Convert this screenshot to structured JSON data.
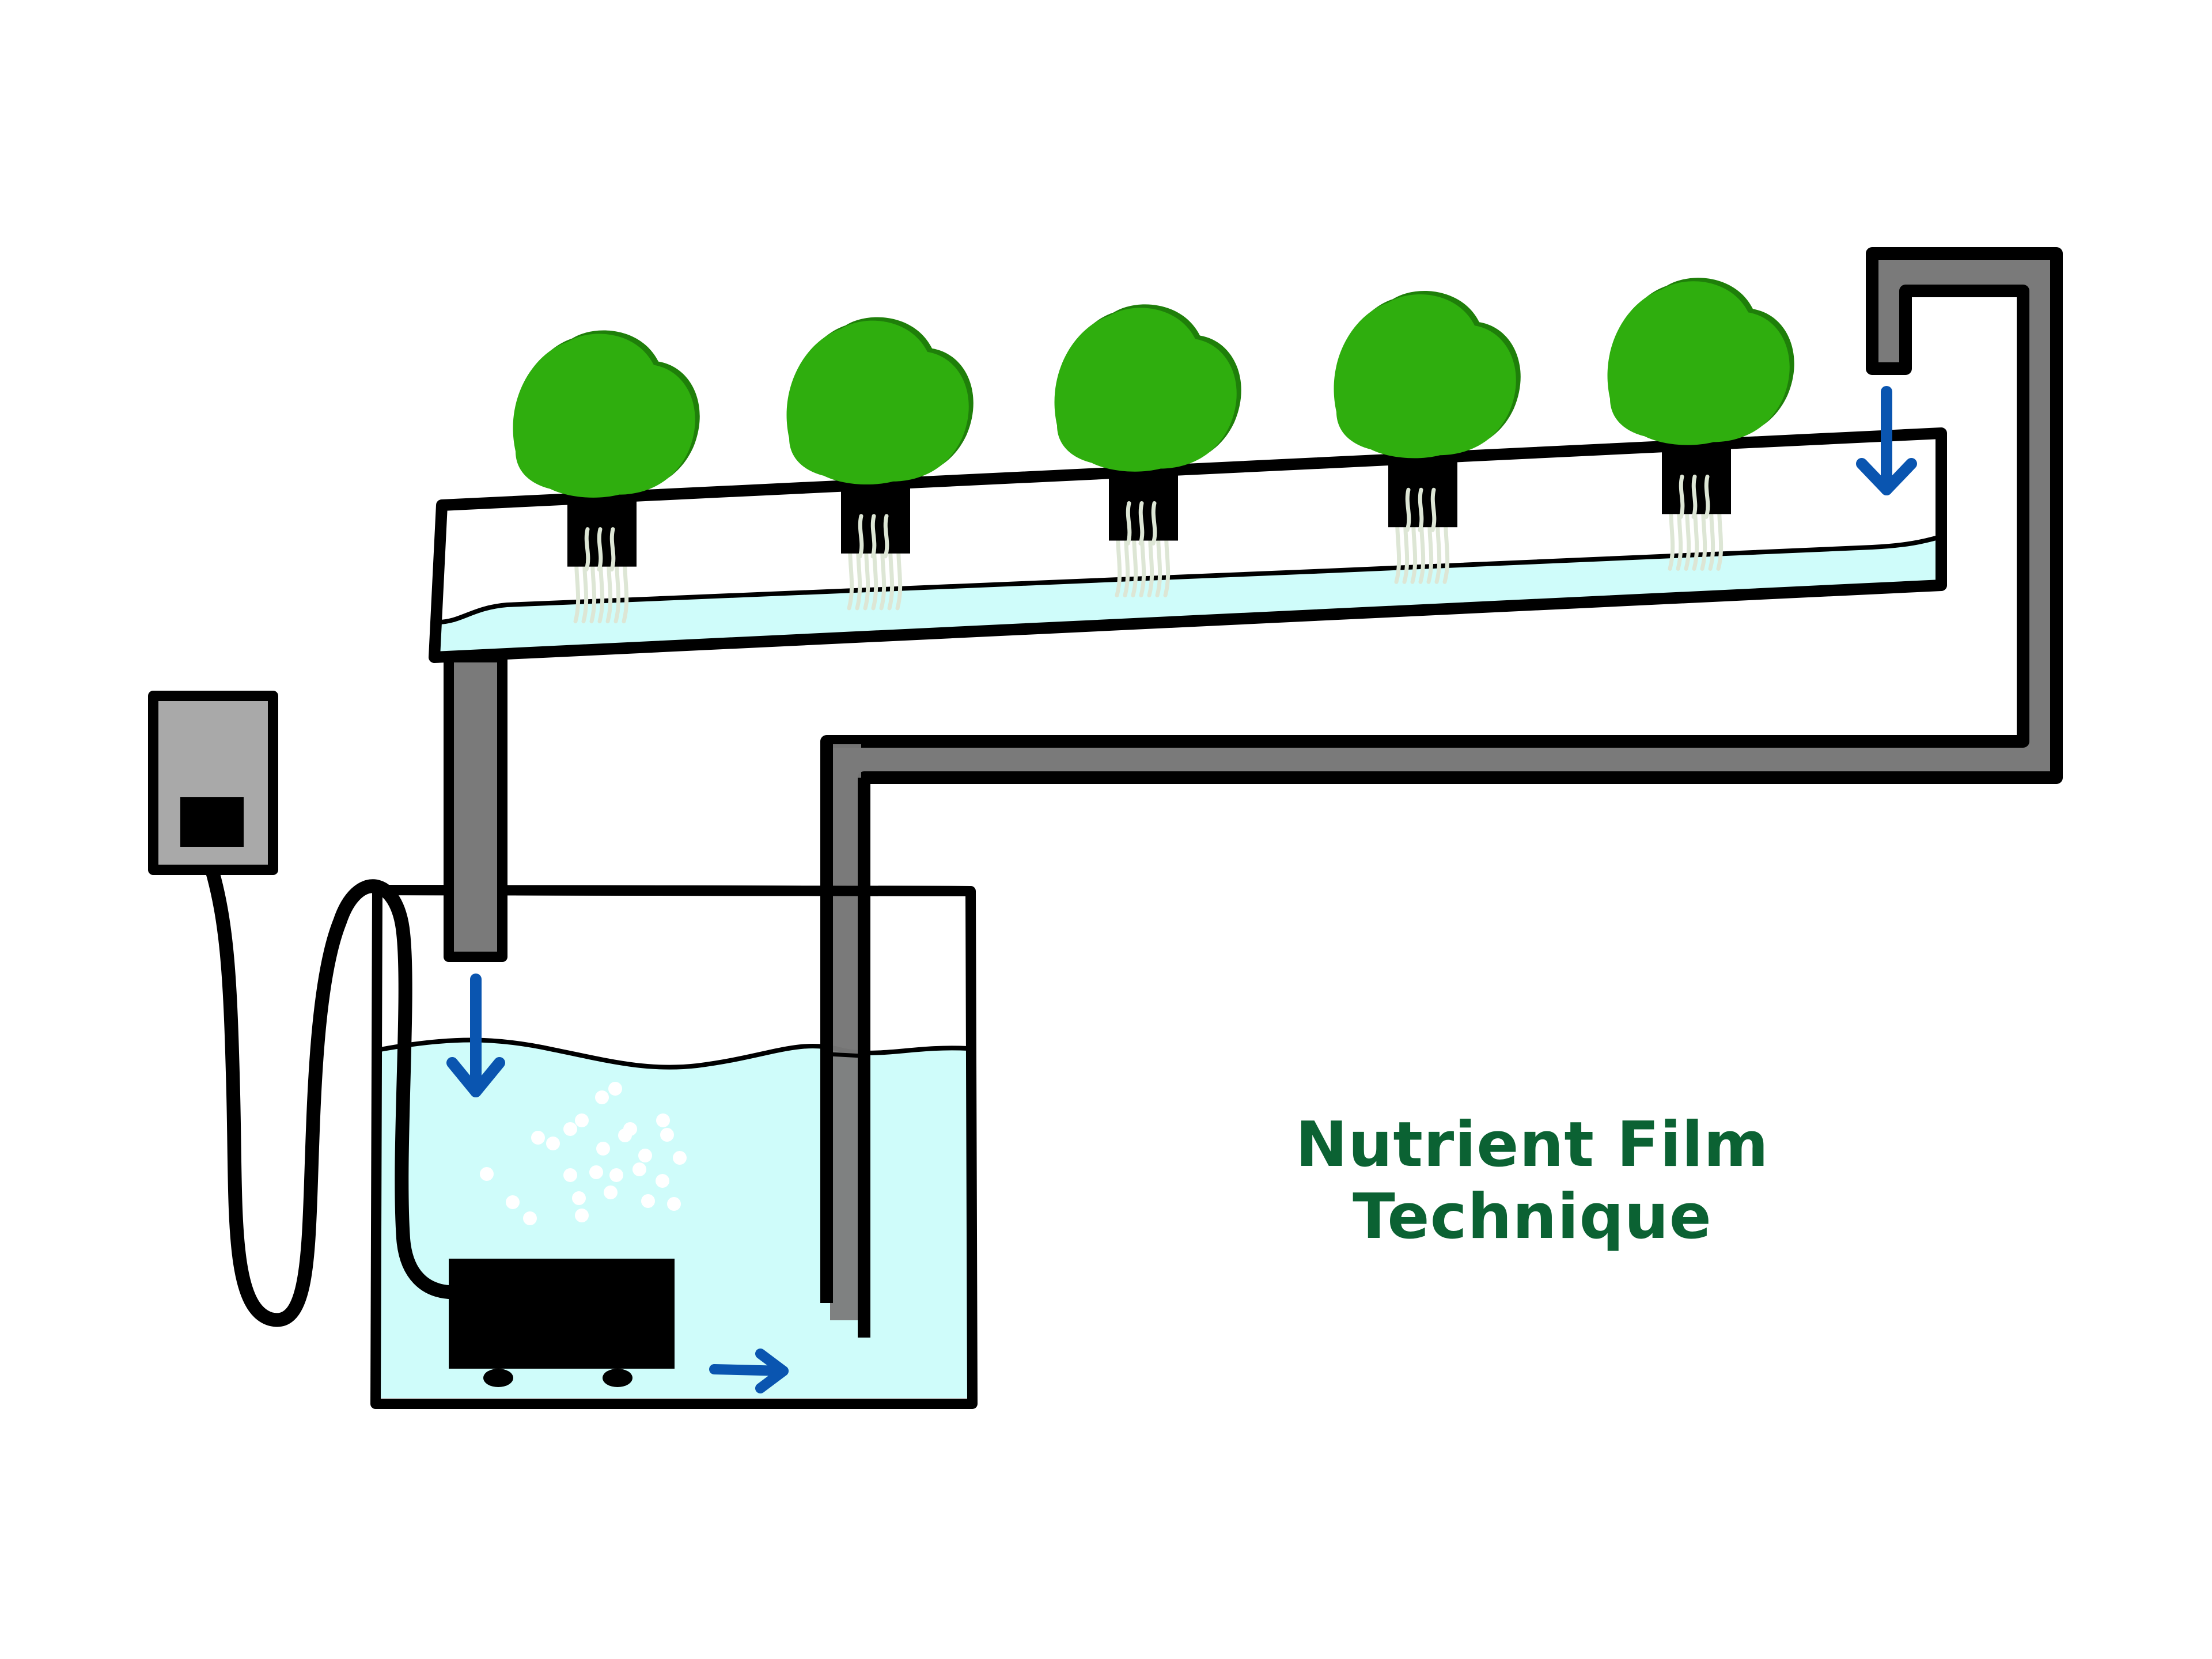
{
  "title": "Nutrient Film Technique",
  "colors": {
    "background": "#ffffff",
    "outline": "#000000",
    "pipe": "#7a7a7a",
    "water": "#cffcfa",
    "plant": "#2fae0e",
    "plant_shadow": "#1f7f0a",
    "root": "#dde6d5",
    "arrow": "#0a55b0",
    "outlet": "#a9a9a9",
    "title": "#0b6233",
    "bubble": "#ffffff"
  },
  "components": {
    "channel": {
      "label": "growing-channel",
      "plants": 5
    },
    "reservoir": {
      "label": "nutrient-reservoir"
    },
    "pump": {
      "label": "submersible-pump"
    },
    "outlet": {
      "label": "power-outlet"
    },
    "return_pipe": {
      "label": "supply-pipe"
    },
    "drain_pipe": {
      "label": "drain-pipe"
    }
  },
  "flow_arrows": [
    {
      "name": "inlet-flow",
      "direction": "down"
    },
    {
      "name": "drain-flow",
      "direction": "down"
    },
    {
      "name": "pump-flow",
      "direction": "right"
    }
  ]
}
